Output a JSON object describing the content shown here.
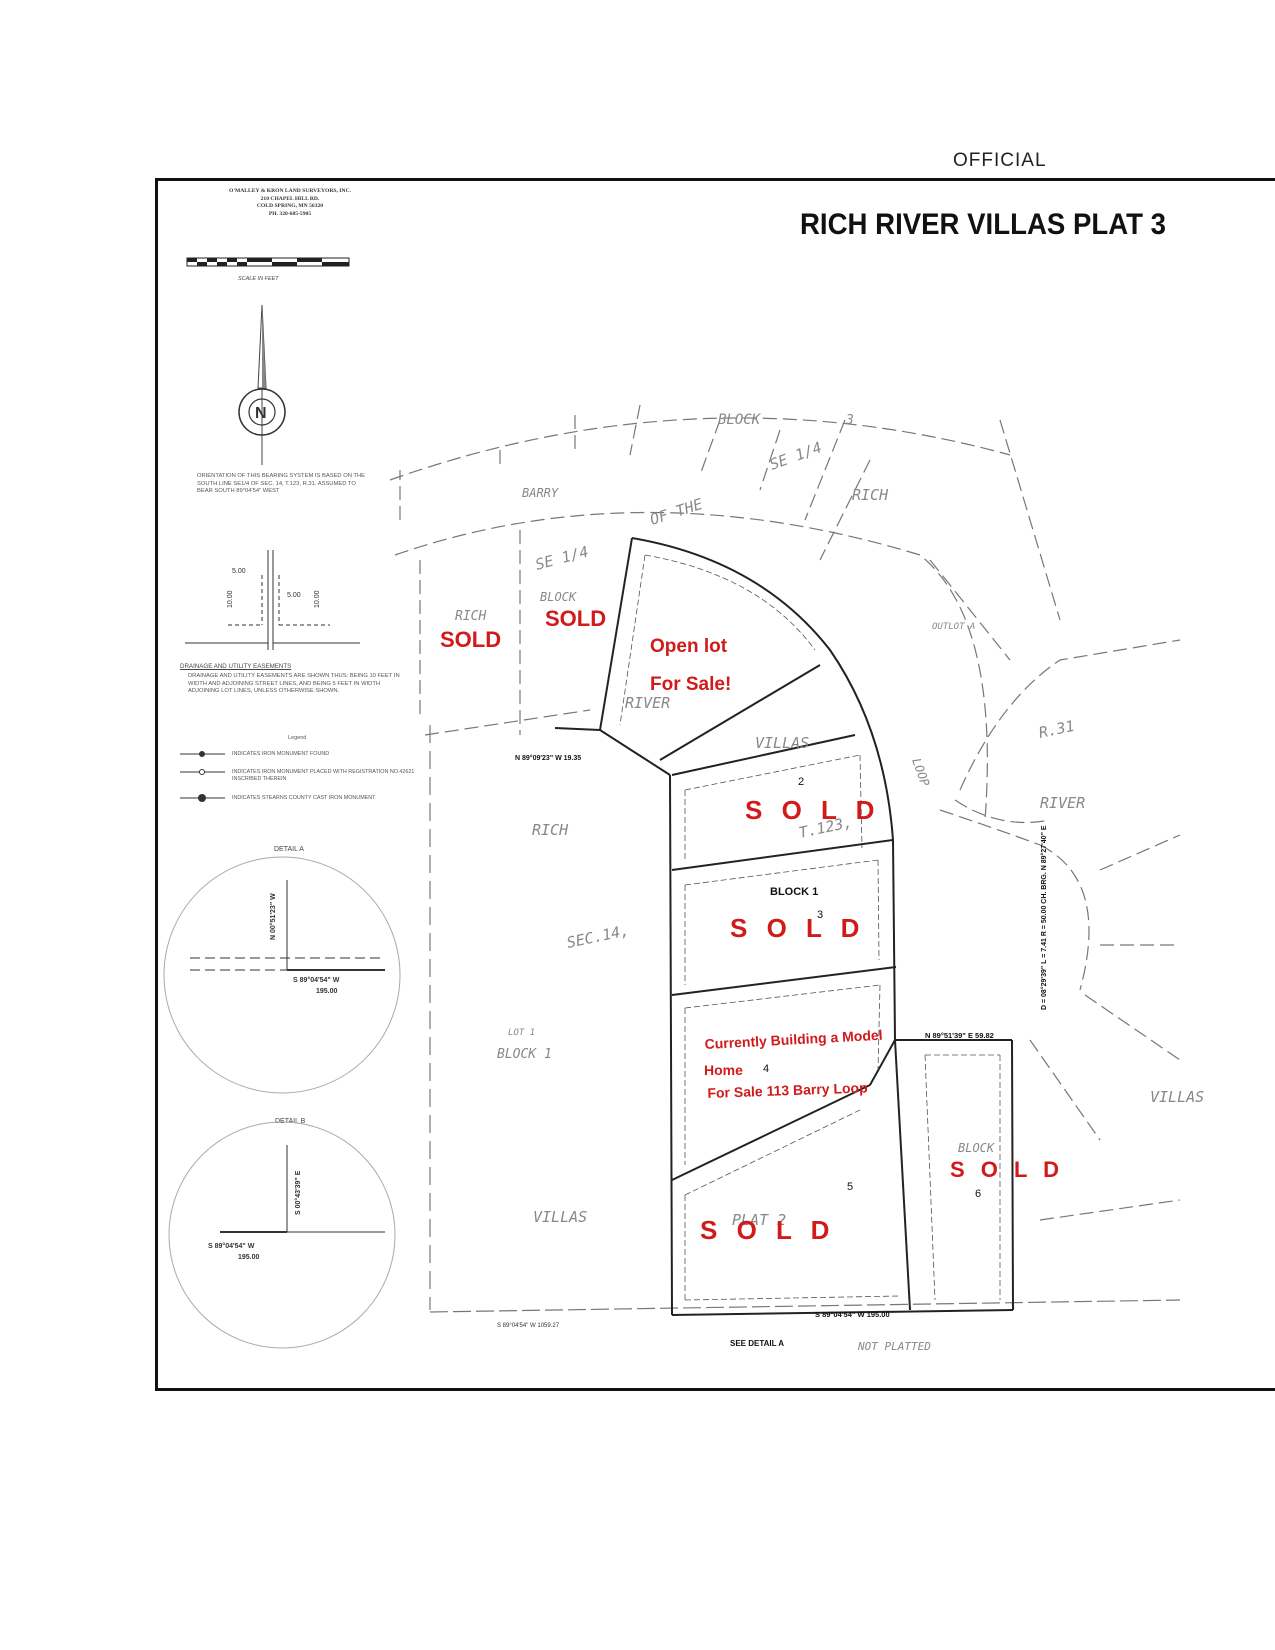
{
  "header": {
    "official": "OFFICIAL"
  },
  "title": "RICH RIVER VILLAS PLAT 3",
  "surveyor": {
    "line1": "O'MALLEY & KRON LAND SURVEYORS, INC.",
    "line2": "210 CHAPEL HILL RD.",
    "line3": "COLD SPRING, MN 56320",
    "line4": "PH. 320-685-5905"
  },
  "scale": {
    "label": "SCALE IN FEET"
  },
  "orientation_note": "ORIENTATION OF THIS BEARING SYSTEM IS BASED ON THE SOUTH LINE SE1/4 OF SEC. 14, T.123, R.31. ASSUMED TO BEAR SOUTH 89°04'54\" WEST",
  "easements": {
    "dim_a": "5.00",
    "dim_b": "5.00",
    "dim_c": "10.00",
    "dim_d": "10.00",
    "heading": "DRAINAGE AND UTILITY EASEMENTS",
    "text": "DRAINAGE AND UTILITY EASEMENTS ARE SHOWN THUS: BEING 10 FEET IN WIDTH AND ADJOINING STREET LINES, AND BEING 5 FEET IN WIDTH ADJOINING LOT LINES, UNLESS OTHERWISE SHOWN."
  },
  "legend": {
    "title": "Legend",
    "items": [
      "INDICATES IRON MONUMENT FOUND",
      "INDICATES IRON MONUMENT PLACED WITH REGISTRATION NO.42621 INSCRIBED THEREIN",
      "INDICATES STEARNS COUNTY CAST IRON MONUMENT"
    ]
  },
  "details": {
    "a": {
      "title": "DETAIL A",
      "bearing": "N 00°51'23\" W",
      "south_line": "S 89°04'54\" W",
      "dist": "195.00"
    },
    "b": {
      "title": "DETAIL B",
      "bearing": "S 00°43'39\" E",
      "south_line": "S 89°04'54\" W",
      "dist": "195.00"
    }
  },
  "plat_labels": {
    "block3": "BLOCK",
    "block3_num": "3",
    "se14_top": "SE 1/4",
    "rich_top": "RICH",
    "barry": "BARRY",
    "of_the": "OF THE",
    "se14_left": "SE 1/4",
    "block_left": "BLOCK",
    "rich_left": "RICH",
    "river_lot": "RIVER",
    "villas_lot": "VILLAS",
    "outlot_a": "OUTLOT A",
    "r31": "R.31",
    "river_right": "RIVER",
    "loop": "LOOP",
    "rich_mid": "RICH",
    "sec14": "SEC.14,",
    "lot1": "LOT 1",
    "block1_left": "BLOCK 1",
    "villas_bottom": "VILLAS",
    "villas_right": "VILLAS",
    "not_platted": "NOT PLATTED",
    "see_detail_a": "SEE DETAIL A",
    "block1_main": "BLOCK 1",
    "block_b": "BLOCK",
    "lot_num_2": "2",
    "lot_num_3": "3",
    "lot_num_4": "4",
    "lot_num_5": "5",
    "lot_num_6": "6",
    "t123": "T.123,",
    "plat2": "PLAT 2",
    "bearing_bottom": "S 89°04'54\" W  195.00",
    "bearing_bottom_left": "S 89°04'54\" W  1059.27",
    "bearing_right": "N 89°51'39\" E  59.82",
    "bearing_left": "N 89°09'23\" W  19.35",
    "bearing_curve": "D = 08°29'39\"  L = 7.41  R = 50.00  CH. BRG. N 89°27'40\" E"
  },
  "stamps": {
    "sold_rich": "SOLD",
    "sold_block": "SOLD",
    "open_lot_1": "Open lot",
    "open_lot_2": "For Sale!",
    "sold_lot2": "S O L D",
    "sold_lot3": "S O L D",
    "model_1": "Currently Building a Model",
    "model_2": "Home",
    "model_3": "For Sale 113 Barry Loop",
    "sold_lot6": "S O L D",
    "sold_lot5": "S O L D"
  }
}
